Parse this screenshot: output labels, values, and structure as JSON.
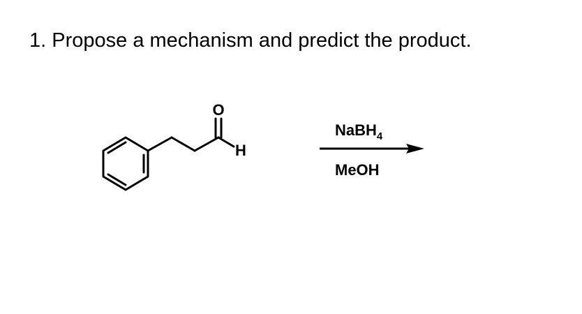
{
  "question": {
    "text": "1. Propose a mechanism and predict the product."
  },
  "molecule": {
    "oxygen_label": "O",
    "hydrogen_label": "H"
  },
  "reaction": {
    "reagent_above": "NaBH",
    "reagent_above_subscript": "4",
    "reagent_below": "MeOH"
  }
}
